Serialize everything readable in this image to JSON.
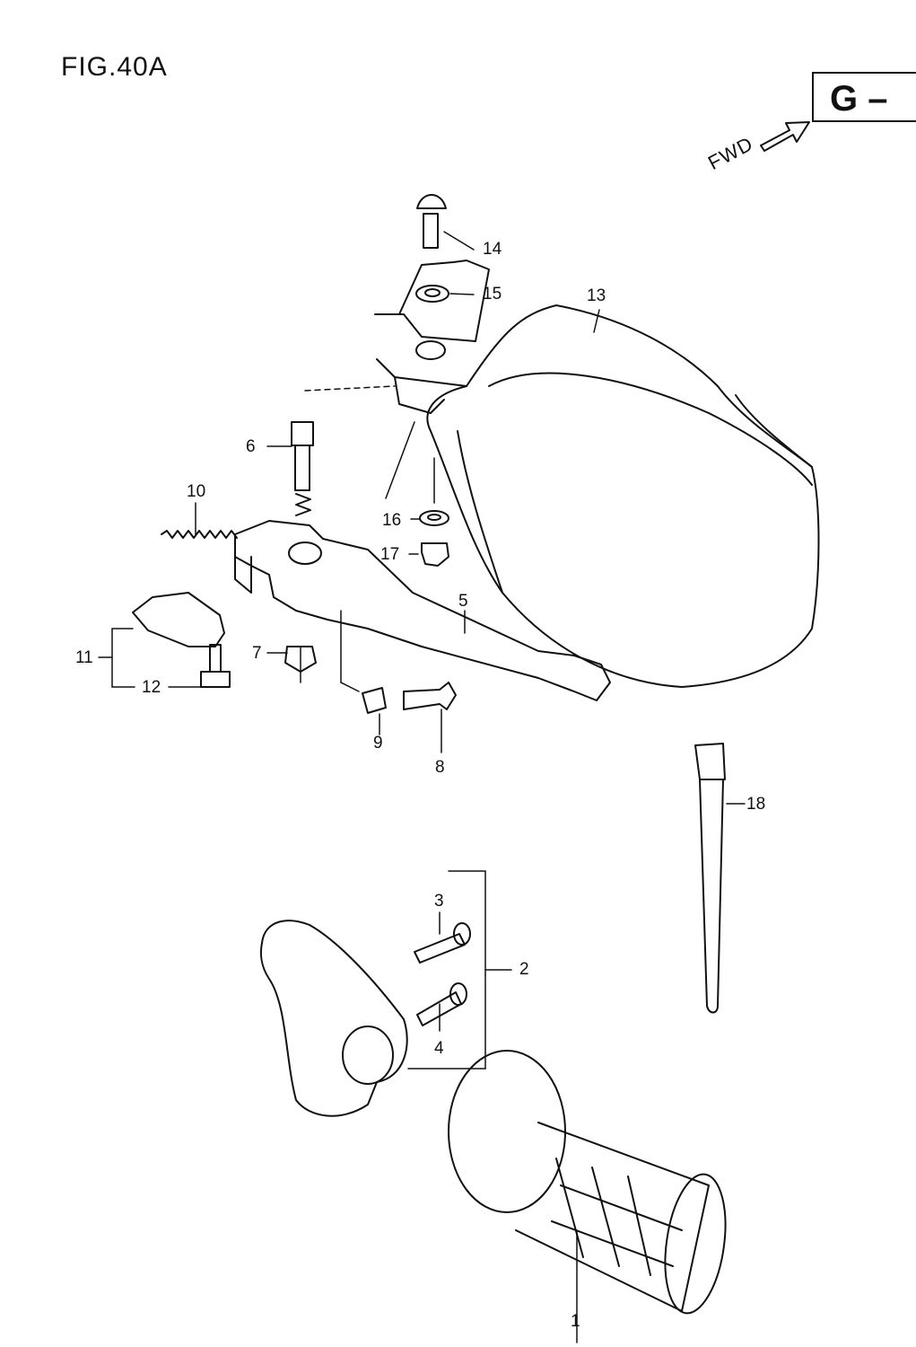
{
  "figure": {
    "title": "FIG.40A",
    "section_code": "G –",
    "direction_label": "FWD"
  },
  "callouts": {
    "c1": "1",
    "c2": "2",
    "c3": "3",
    "c4": "4",
    "c5": "5",
    "c6": "6",
    "c7": "7",
    "c8": "8",
    "c9": "9",
    "c10": "10",
    "c11": "11",
    "c12": "12",
    "c13": "13",
    "c14": "14",
    "c15": "15",
    "c16": "16",
    "c17": "17",
    "c18": "18"
  },
  "colors": {
    "ink": "#111111",
    "paper": "#ffffff"
  }
}
